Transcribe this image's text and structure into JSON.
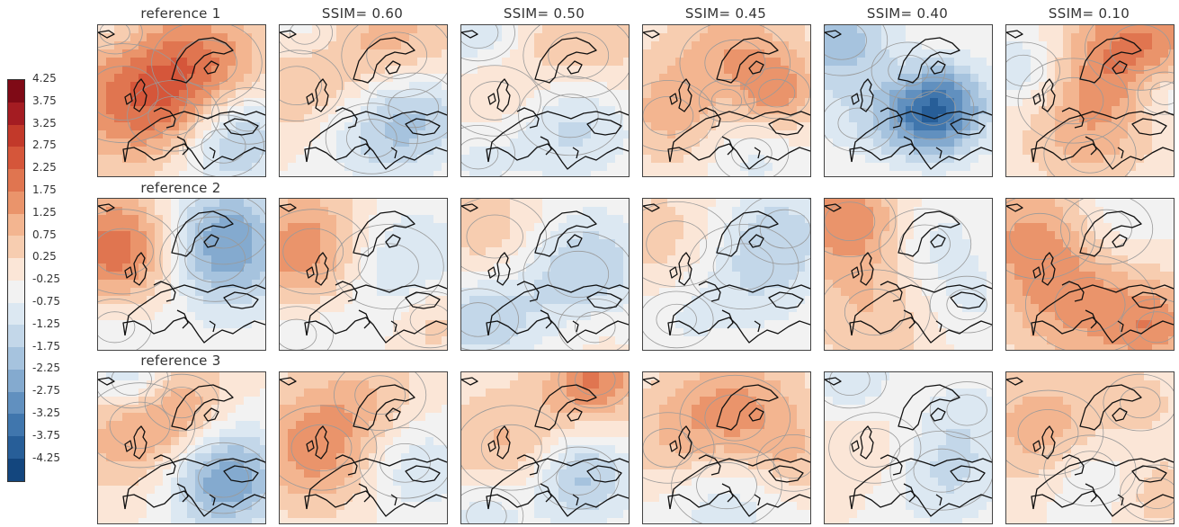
{
  "figure": {
    "row_titles": [
      "reference 1",
      "reference 2",
      "reference 3"
    ],
    "column_titles": [
      "",
      "SSIM= 0.60",
      "SSIM= 0.50",
      "SSIM= 0.45",
      "SSIM= 0.40",
      "SSIM= 0.10"
    ]
  },
  "colorbar": {
    "labels": [
      "4.25",
      "3.75",
      "3.25",
      "2.75",
      "2.25",
      "1.75",
      "1.25",
      "0.75",
      "0.25",
      "-0.25",
      "-0.75",
      "-1.25",
      "-1.75",
      "-2.25",
      "-2.75",
      "-3.25",
      "-3.75",
      "-4.25"
    ],
    "colors": [
      "#7f0a16",
      "#a41c22",
      "#c2392a",
      "#d5563a",
      "#e07550",
      "#ea946b",
      "#f3b590",
      "#f7cdb0",
      "#fbe6d7",
      "#f2f2f2",
      "#dce8f2",
      "#c3d7e9",
      "#a6c3de",
      "#84aacf",
      "#6190bf",
      "#4076ad",
      "#275e98",
      "#13467e"
    ]
  }
}
